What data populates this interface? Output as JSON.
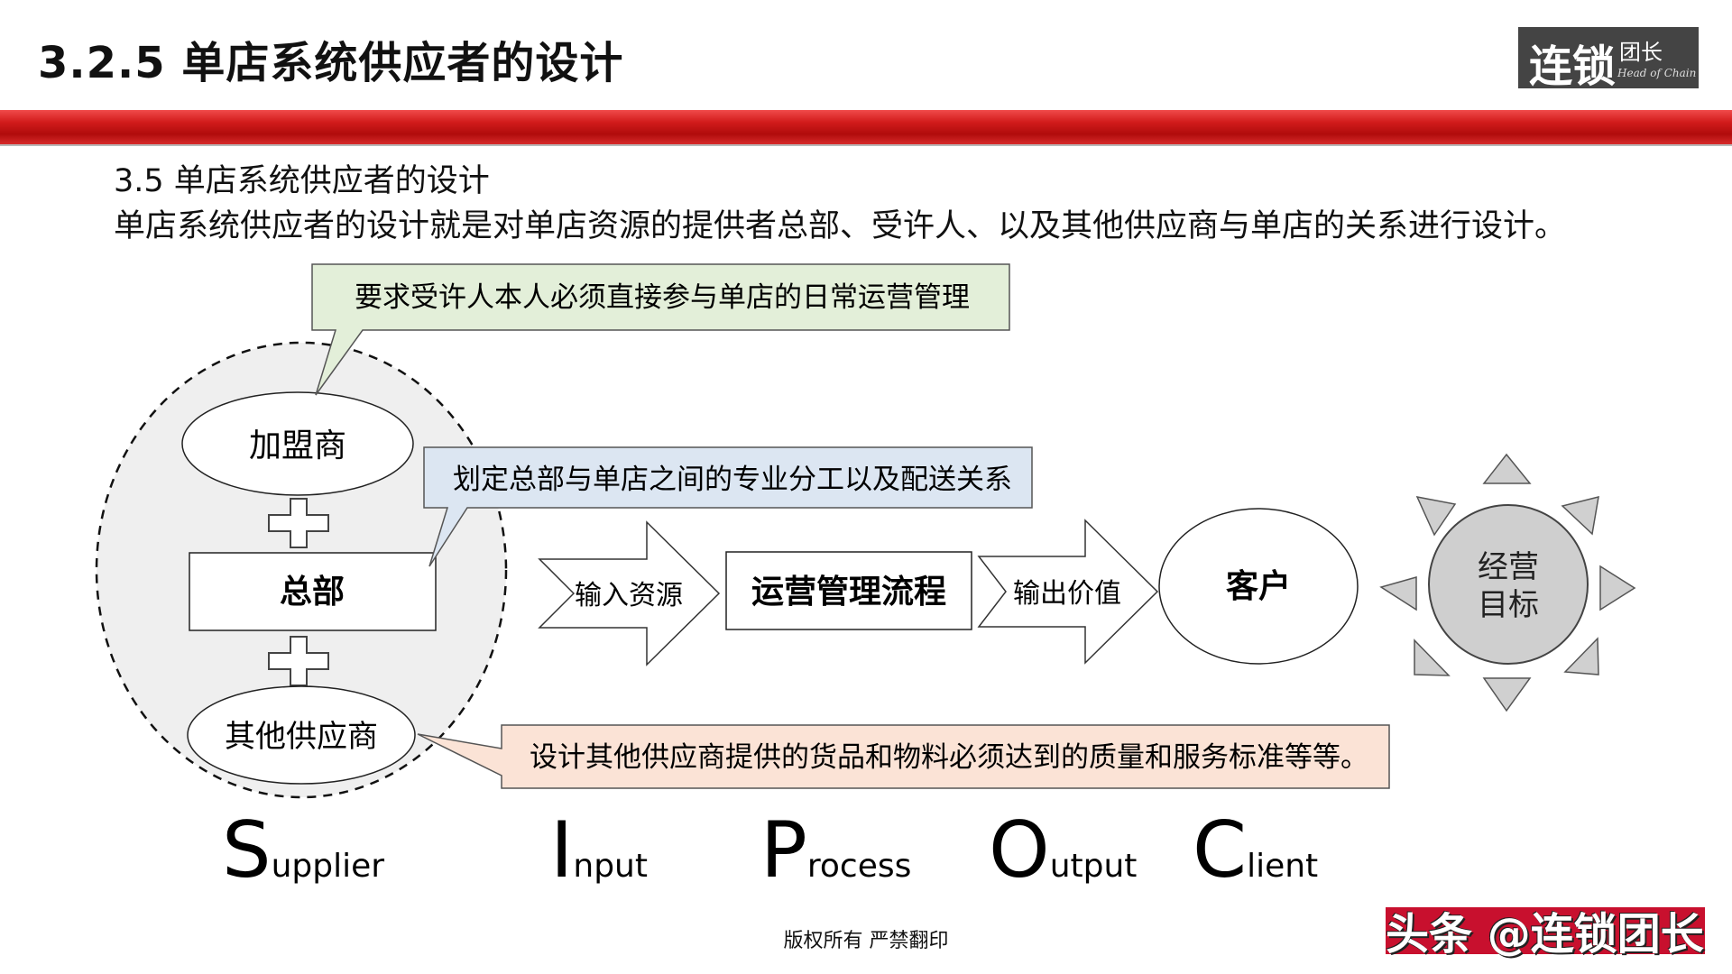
{
  "header": {
    "title": "3.2.5 单店系统供应者的设计",
    "logo_main": "连锁",
    "logo_side": "团长",
    "logo_sub": "Head of Chain"
  },
  "intro": {
    "line1": "3.5 单店系统供应者的设计",
    "line2": "单店系统供应者的设计就是对单店资源的提供者总部、受许人、以及其他供应商与单店的关系进行设计。"
  },
  "callouts": {
    "franchisee_note": "要求受许人本人必须直接参与单店的日常运营管理",
    "hq_note": "划定总部与单店之间的专业分工以及配送关系",
    "supplier_note": "设计其他供应商提供的货品和物料必须达到的质量和服务标准等等。"
  },
  "supply": {
    "franchisee": "加盟商",
    "headquarters": "总部",
    "other_suppliers": "其他供应商"
  },
  "flow": {
    "input_arrow": "输入资源",
    "process_box": "运营管理流程",
    "output_arrow": "输出价值",
    "client": "客户",
    "goal_line1": "经营",
    "goal_line2": "目标"
  },
  "sipoc": [
    {
      "cap": "S",
      "rest": "upplier"
    },
    {
      "cap": "I",
      "rest": "nput"
    },
    {
      "cap": "P",
      "rest": "rocess"
    },
    {
      "cap": "O",
      "rest": "utput"
    },
    {
      "cap": "C",
      "rest": "lient"
    }
  ],
  "footer": {
    "copyright": "版权所有  严禁翻印",
    "watermark": "头条 @连锁团长"
  },
  "colors": {
    "accent_red": "#d21c1c",
    "callout_green": "#e3efd9",
    "callout_blue": "#dce6f2",
    "callout_peach": "#fbe3d6",
    "goal_gray": "#cfcfcf"
  }
}
